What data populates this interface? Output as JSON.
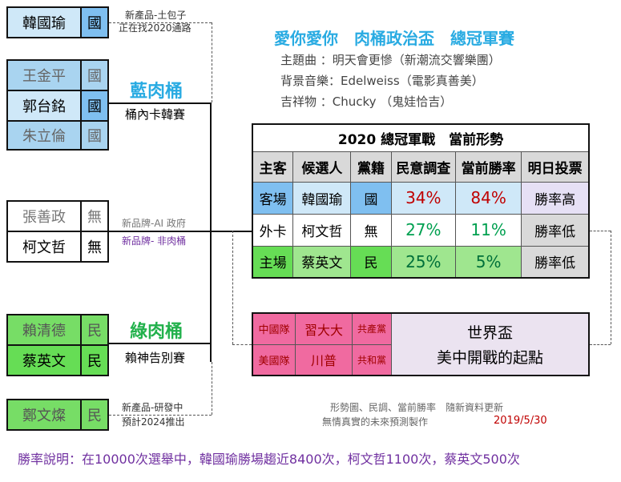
{
  "header": {
    "title": "愛你愛你　肉桶政治盃　總冠軍賽",
    "theme_song": "主題曲 ：明天會更慘（新潮流交響樂團）",
    "bgm": "背景音樂：Edelweiss（電影真善美）",
    "mascot": "吉祥物 ：Chucky （鬼娃恰吉）"
  },
  "candidates": {
    "han": {
      "name": "韓國瑜",
      "party": "國"
    },
    "wang": {
      "name": "王金平",
      "party": "國"
    },
    "gou": {
      "name": "郭台銘",
      "party": "國"
    },
    "chu": {
      "name": "朱立倫",
      "party": "國"
    },
    "chang": {
      "name": "張善政",
      "party": "無"
    },
    "ko": {
      "name": "柯文哲",
      "party": "無"
    },
    "lai": {
      "name": "賴清德",
      "party": "民"
    },
    "tsai": {
      "name": "蔡英文",
      "party": "民"
    },
    "cheng": {
      "name": "鄭文燦",
      "party": "民"
    }
  },
  "notes": {
    "han_note1": "新產品-土包子",
    "han_note2": "正在找2020通路",
    "blue_title": "藍肉桶",
    "blue_sub": "桶內卡韓賽",
    "mid_note1": "新品牌-AI 政府",
    "mid_note2": "新品牌- 非肉桶",
    "green_title": "綠肉桶",
    "green_sub": "賴神告別賽",
    "cheng_note1": "新產品-研發中",
    "cheng_note2": "預計2024推出"
  },
  "table": {
    "title": "2020 總冠軍戰　當前形勢",
    "headers": [
      "主客",
      "候選人",
      "黨籍",
      "民意調查",
      "當前勝率",
      "明日投票"
    ],
    "rows": [
      {
        "side": "客場",
        "name": "韓國瑜",
        "party": "國",
        "poll": "34%",
        "win": "84%",
        "vote": "勝率高"
      },
      {
        "side": "外卡",
        "name": "柯文哲",
        "party": "無",
        "poll": "27%",
        "win": "11%",
        "vote": "勝率低"
      },
      {
        "side": "主場",
        "name": "蔡英文",
        "party": "民",
        "poll": "25%",
        "win": "5%",
        "vote": "勝率低"
      }
    ]
  },
  "world_cup": {
    "china_team": "中國隊",
    "china_person": "習大大",
    "china_party": "共產黨",
    "us_team": "美國隊",
    "us_person": "川普",
    "us_party": "共和黨",
    "title1": "世界盃",
    "title2": "美中開戰的起點"
  },
  "footer": {
    "note1": "形勢圖、民調、當前勝率　隨新資料更新",
    "note2": "無情真實的未來預測製作",
    "date": "2019/5/30",
    "explain": "勝率說明：在10000次選舉中，韓國瑜勝場趨近8400次，柯文哲1100次，蔡英文500次"
  },
  "colors": {
    "kmt_blue": "#9ecff0",
    "kmt_light": "#cfe8f8",
    "dpp_green": "#66dd55",
    "dpp_light": "#9fe68f",
    "blue_title": "#29abe2",
    "green_title": "#22b14c",
    "header_pink": "#e8247a",
    "footer_purple": "#7030a0",
    "red_text": "#c00000",
    "green_text": "#00a050",
    "china_red": "#e8247a",
    "header_gray": "#d9d9d9"
  }
}
